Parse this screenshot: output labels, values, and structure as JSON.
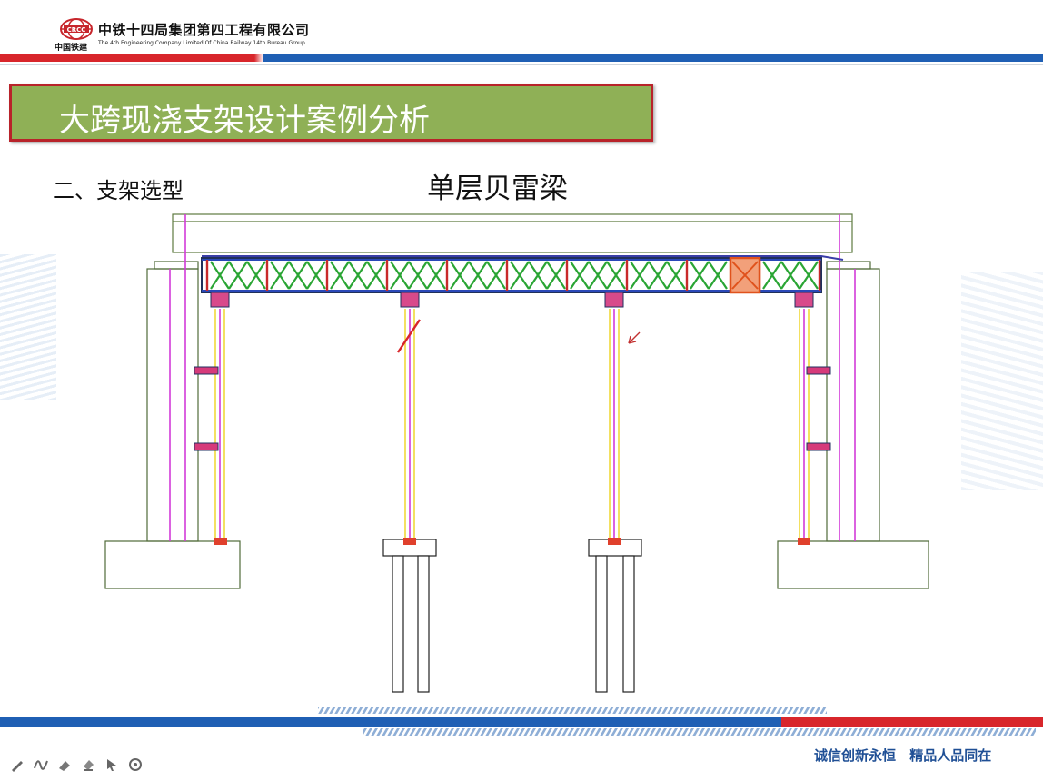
{
  "header": {
    "company_cn": "中铁十四局集团第四工程有限公司",
    "company_en": "The 4th Engineering Company Limited Of China Railway 14th Bureau Group",
    "logo_caption": "中国铁建",
    "logo_icon": "crcc-logo-icon"
  },
  "slide": {
    "title": "大跨现浇支架设计案例分析",
    "section": "二、支架选型",
    "diagram_title": "单层贝雷梁"
  },
  "footer": {
    "slogan": "诚信创新永恒  精品人品同在"
  },
  "toolbar": {
    "tools": [
      "pen-icon",
      "curve-icon",
      "highlighter-icon",
      "eraser-icon",
      "pointer-icon",
      "target-icon"
    ]
  },
  "colors": {
    "title_fill": "#8fb056",
    "title_border": "#b8232a",
    "brand_blue": "#1f5fb4",
    "brand_red": "#d8262b"
  }
}
